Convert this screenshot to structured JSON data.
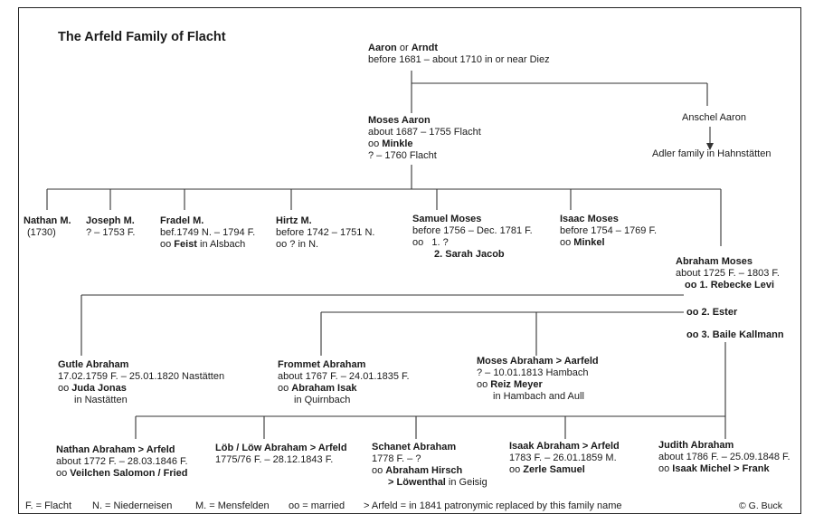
{
  "title": "The Arfeld Family of Flacht",
  "aaron": {
    "name1": "Aaron",
    "or": " or ",
    "name2": "Arndt",
    "dates": "before 1681 – about 1710 in or near Diez"
  },
  "moses_aaron": {
    "name": "Moses Aaron",
    "dates": "about 1687 – 1755 Flacht",
    "oo": "oo ",
    "spouse": "Minkle",
    "spouse_dates": "? – 1760 Flacht"
  },
  "anschel": {
    "name": "Anschel Aaron",
    "desc": "Adler family in Hahnstätten"
  },
  "children1": {
    "nathan": {
      "name": "Nathan M.",
      "dates": "(1730)"
    },
    "joseph": {
      "name": "Joseph M.",
      "dates": "? – 1753 F."
    },
    "fradel": {
      "name": "Fradel M.",
      "dates": "bef.1749 N. – 1794 F.",
      "oo": "oo ",
      "spouse": "Feist",
      "place": " in Alsbach"
    },
    "hirtz": {
      "name": "Hirtz M.",
      "dates": "before 1742 – 1751 N.",
      "oo": "oo ? in N."
    },
    "samuel": {
      "name": "Samuel Moses",
      "dates": "before 1756 – Dec. 1781 F.",
      "oo": "oo   1. ?",
      "spouse2": "2. Sarah Jacob"
    },
    "isaac": {
      "name": "Isaac Moses",
      "dates": "before 1754 – 1769 F.",
      "oo": "oo ",
      "spouse": "Minkel"
    },
    "abraham": {
      "name": "Abraham Moses",
      "dates": "about 1725 F. – 1803 F.",
      "m1": "oo 1. Rebecke Levi",
      "m2": "oo 2. Ester",
      "m3": "oo 3. Baile Kallmann"
    }
  },
  "children2": {
    "gutle": {
      "name": "Gutle Abraham",
      "dates": "17.02.1759 F. – 25.01.1820 Nastätten",
      "oo": "oo ",
      "spouse": "Juda Jonas",
      "place": "in Nastätten"
    },
    "frommet": {
      "name": "Frommet Abraham",
      "dates": "about 1767 F. – 24.01.1835 F.",
      "oo": "oo ",
      "spouse": "Abraham Isak",
      "place": "in Quirnbach"
    },
    "moses": {
      "name": "Moses Abraham > Aarfeld",
      "dates": "? – 10.01.1813 Hambach",
      "oo": "oo ",
      "spouse": "Reiz Meyer",
      "place": "in Hambach and Aull"
    }
  },
  "children3": {
    "nathan": {
      "name": "Nathan Abraham > Arfeld",
      "dates": "about 1772 F. – 28.03.1846 F.",
      "oo": "oo ",
      "spouse": "Veilchen Salomon / Fried"
    },
    "loeb": {
      "name": "Löb / Löw Abraham > Arfeld",
      "dates": "1775/76 F. – 28.12.1843 F."
    },
    "schanet": {
      "name": "Schanet Abraham",
      "dates": "1778 F. – ?",
      "oo": "oo ",
      "spouse": "Abraham Hirsch",
      "spouse2": "> Löwenthal",
      "place": " in Geisig"
    },
    "isaak": {
      "name": "Isaak Abraham > Arfeld",
      "dates": "1783 F. – 26.01.1859 M.",
      "oo": "oo ",
      "spouse": "Zerle Samuel"
    },
    "judith": {
      "name": "Judith Abraham",
      "dates": "about 1786 F. – 25.09.1848 F.",
      "oo": "oo ",
      "spouse": "Isaak Michel > Frank"
    }
  },
  "legend": {
    "f": "F. = Flacht",
    "n": "N. = Niederneisen",
    "m": "M. = Mensfelden",
    "oo": "oo = married",
    "arfeld": "> Arfeld = in 1841 patronymic replaced by this family name"
  },
  "credit": "© G. Buck"
}
